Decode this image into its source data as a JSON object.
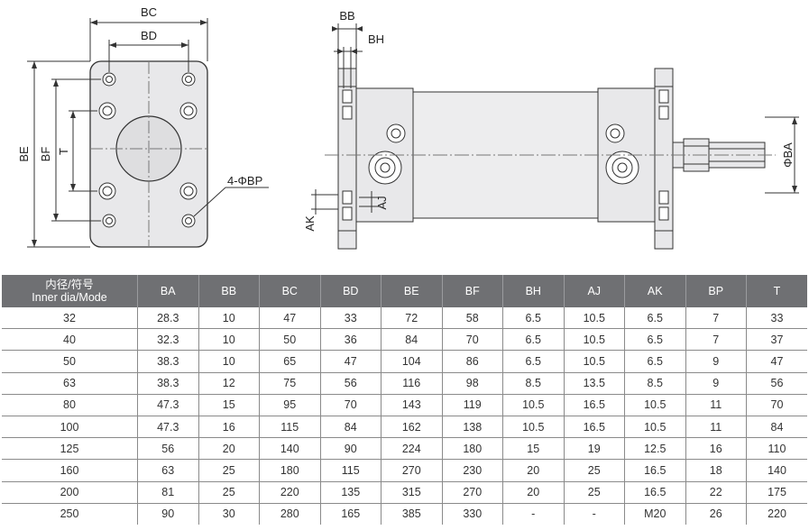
{
  "drawing": {
    "front_view_labels": {
      "bc": "BC",
      "bd": "BD",
      "be": "BE",
      "bf": "BF",
      "t": "T",
      "bp": "4-ΦBP"
    },
    "side_view_labels": {
      "bb": "BB",
      "bh": "BH",
      "ak": "AK",
      "aj": "AJ",
      "ba": "ΦBA"
    }
  },
  "table": {
    "header_first_line1": "内径/符号",
    "header_first_line2": "Inner dia/Mode",
    "columns": [
      "BA",
      "BB",
      "BC",
      "BD",
      "BE",
      "BF",
      "BH",
      "AJ",
      "AK",
      "BP",
      "T"
    ],
    "rows": [
      [
        "32",
        "28.3",
        "10",
        "47",
        "33",
        "72",
        "58",
        "6.5",
        "10.5",
        "6.5",
        "7",
        "33"
      ],
      [
        "40",
        "32.3",
        "10",
        "50",
        "36",
        "84",
        "70",
        "6.5",
        "10.5",
        "6.5",
        "7",
        "37"
      ],
      [
        "50",
        "38.3",
        "10",
        "65",
        "47",
        "104",
        "86",
        "6.5",
        "10.5",
        "6.5",
        "9",
        "47"
      ],
      [
        "63",
        "38.3",
        "12",
        "75",
        "56",
        "116",
        "98",
        "8.5",
        "13.5",
        "8.5",
        "9",
        "56"
      ],
      [
        "80",
        "47.3",
        "15",
        "95",
        "70",
        "143",
        "119",
        "10.5",
        "16.5",
        "10.5",
        "11",
        "70"
      ],
      [
        "100",
        "47.3",
        "16",
        "115",
        "84",
        "162",
        "138",
        "10.5",
        "16.5",
        "10.5",
        "11",
        "84"
      ],
      [
        "125",
        "56",
        "20",
        "140",
        "90",
        "224",
        "180",
        "15",
        "19",
        "12.5",
        "16",
        "110"
      ],
      [
        "160",
        "63",
        "25",
        "180",
        "115",
        "270",
        "230",
        "20",
        "25",
        "16.5",
        "18",
        "140"
      ],
      [
        "200",
        "81",
        "25",
        "220",
        "135",
        "315",
        "270",
        "20",
        "25",
        "16.5",
        "22",
        "175"
      ],
      [
        "250",
        "90",
        "30",
        "280",
        "165",
        "385",
        "330",
        "-",
        "-",
        "M20",
        "26",
        "220"
      ]
    ]
  },
  "colors": {
    "header_bg": "#6f7073",
    "part_fill": "#e8e8ea",
    "line": "#333333"
  }
}
